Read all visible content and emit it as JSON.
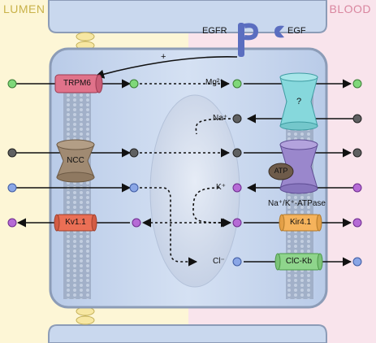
{
  "sides": {
    "left": "LUMEN",
    "right": "BLOOD"
  },
  "receptor": {
    "egfr": "EGFR",
    "egf": "EGF",
    "stimulation": "+"
  },
  "channels": {
    "trpm6": "TRPM6",
    "unknown": "?",
    "ncc": "NCC",
    "atp": "ATP",
    "pump": "Na⁺/K⁺-ATPase",
    "kv": "Kv1.1",
    "kir": "Kir4.1",
    "clc": "ClC-Kb"
  },
  "ions": {
    "mg": "Mg²⁺",
    "na": "Na⁺",
    "k": "K⁺",
    "cl": "Cl⁻"
  },
  "colors": {
    "lumen_bg": "#fdf6d6",
    "blood_bg": "#f9e4ec",
    "cell": "#c9d8ee",
    "membrane": "#8c9cb7",
    "mg_dot": "#7fd87a",
    "na_dot": "#5f6061",
    "k_dot": "#8aa6e6",
    "cl_dot": "#b66bd6",
    "trpm6": "#e0728a",
    "unknown_channel": "#86d8dc",
    "ncc": "#a08a72",
    "pump": "#9a87cc",
    "kv": "#ea6f55",
    "kir": "#f5b35c",
    "clc": "#8fd58c",
    "egfr": "#5b6ec0"
  }
}
